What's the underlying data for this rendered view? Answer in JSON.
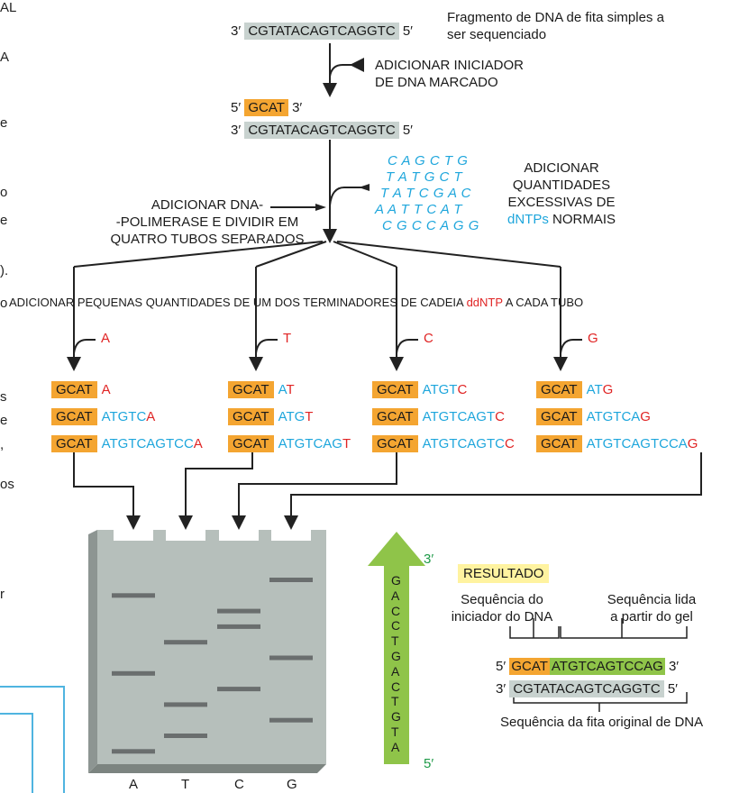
{
  "left_edge_fragments": [
    "AL",
    "A",
    "e",
    "o",
    "e",
    ").",
    "o",
    "s",
    "e",
    ",",
    "os",
    "r"
  ],
  "template": {
    "prime3": "3′",
    "sequence": "CGTATACAGTCAGGTC",
    "prime5": "5′",
    "note": "Fragmento de DNA de fita simples a\nser sequenciado"
  },
  "step_primer": "ADICIONAR INICIADOR\nDE DNA MARCADO",
  "primer_pair": {
    "top5": "5′",
    "primer": "GCAT",
    "top3": "3′",
    "bot3": "3′",
    "bot_seq": "CGTATACAGTCAGGTC",
    "bot5": "5′"
  },
  "dntp_cloud": [
    "C A G C T G",
    "T A T G C T",
    "T A T C G A C",
    "A A T T C A T",
    "C G C C A G G"
  ],
  "step_dntp": {
    "lines": "ADICIONAR\nQUANTIDADES\nEXCESSIVAS DE",
    "blue": "dNTPs",
    "rest": " NORMAIS"
  },
  "step_polymerase": "ADICIONAR DNA-\n-POLIMERASE E DIVIDIR EM\nQUATRO TUBOS SEPARADOS",
  "step_ddntp": {
    "before": "ADICIONAR PEQUENAS QUANTIDADES DE UM DOS TERMINADORES DE CADEIA ",
    "red": "ddNTP",
    "after": " A CADA TUBO"
  },
  "tubes": [
    {
      "letter": "A",
      "rows": [
        {
          "primer": "GCAT",
          "ext": "",
          "term": "A"
        },
        {
          "primer": "GCAT",
          "ext": "ATGTC",
          "term": "A"
        },
        {
          "primer": "GCAT",
          "ext": "ATGTCAGTCC",
          "term": "A"
        }
      ]
    },
    {
      "letter": "T",
      "rows": [
        {
          "primer": "GCAT",
          "ext": "A",
          "term": "T"
        },
        {
          "primer": "GCAT",
          "ext": "ATG",
          "term": "T"
        },
        {
          "primer": "GCAT",
          "ext": "ATGTCAG",
          "term": "T"
        }
      ]
    },
    {
      "letter": "C",
      "rows": [
        {
          "primer": "GCAT",
          "ext": "ATGT",
          "term": "C"
        },
        {
          "primer": "GCAT",
          "ext": "ATGTCAGT",
          "term": "C"
        },
        {
          "primer": "GCAT",
          "ext": "ATGTCAGTC",
          "term": "C"
        }
      ]
    },
    {
      "letter": "G",
      "rows": [
        {
          "primer": "GCAT",
          "ext": "AT",
          "term": "G"
        },
        {
          "primer": "GCAT",
          "ext": "ATGTCA",
          "term": "G"
        },
        {
          "primer": "GCAT",
          "ext": "ATGTCAGTCCA",
          "term": "G"
        }
      ]
    }
  ],
  "gel": {
    "lane_labels": [
      "A",
      "T",
      "C",
      "G"
    ],
    "bands": {
      "A": [
        1,
        6,
        11
      ],
      "T": [
        4,
        8,
        10
      ],
      "C": [
        2,
        3,
        7
      ],
      "G": [
        0,
        5,
        9
      ]
    },
    "read_sequence": [
      "G",
      "A",
      "C",
      "C",
      "T",
      "G",
      "A",
      "C",
      "T",
      "G",
      "T",
      "A"
    ],
    "prime_top": "3′",
    "prime_bottom": "5′"
  },
  "result": {
    "label": "RESULTADO",
    "primer_caption": "Sequência do\niniciador do DNA",
    "gel_caption": "Sequência lida\na partir do gel",
    "row1": {
      "p5": "5′",
      "primer": "GCAT",
      "read": "ATGTCAGTCCAG",
      "p3": "3′"
    },
    "row2": {
      "p3": "3′",
      "seq": "CGTATACAGTCAGGTC",
      "p5": "5′"
    },
    "bottom_caption": "Sequência da fita original de DNA"
  },
  "colors": {
    "primer": "#f4a531",
    "template": "#c8d2cf",
    "read": "#8fc449",
    "dntp": "#1ea6dc",
    "ddntp": "#e02424",
    "gel": "#b6bfbb",
    "band": "#6a6e6e",
    "arrow": "#8fc449",
    "prime_green": "#1e9a48"
  }
}
